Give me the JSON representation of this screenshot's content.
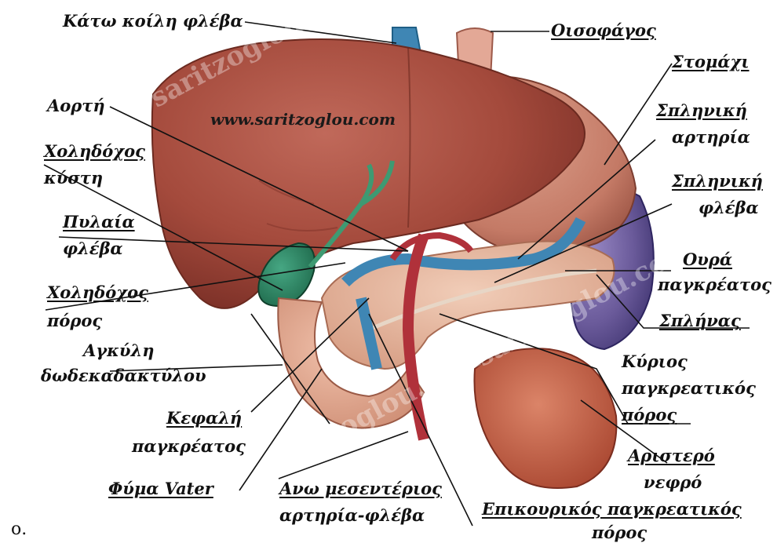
{
  "labels": {
    "vena_cava": "Κάτω κοίλη φλέβα",
    "esophagus": "Οισοφάγος",
    "stomach": "Στομάχι",
    "aorta": "Αορτή",
    "splenic_artery_1": "Σπληνική",
    "splenic_artery_2": "αρτηρία",
    "gallbladder_1": "Χοληδόχος",
    "gallbladder_2": "κύστη",
    "splenic_vein_1": "Σπληνική",
    "splenic_vein_2": "φλέβα",
    "portal_vein_1": "Πυλαία",
    "portal_vein_2": "φλέβα",
    "pancreas_tail_1": "Ουρά",
    "pancreas_tail_2": "παγκρέατος",
    "bile_duct_1": "Χοληδόχος",
    "bile_duct_2": "πόρος",
    "spleen": "Σπλήνας",
    "duodenum_1": "Αγκύλη",
    "duodenum_2": "δωδεκαδακτύλου",
    "main_duct_1": "Κύριος",
    "main_duct_2": "παγκρεατικός",
    "main_duct_3": "πόρος",
    "pancreas_head_1": "Κεφαλή",
    "pancreas_head_2": "παγκρέατος",
    "left_kidney_1": "Αριστερό",
    "left_kidney_2": "νεφρό",
    "vater": "Φύμα Vater",
    "mesenteric_1": "Ανω μεσεντέριος",
    "mesenteric_2": "αρτηρία-φλέβα",
    "accessory_duct_1": "Επικουρικός παγκρεατικός",
    "accessory_duct_2": "πόρος",
    "corner_text": "ο."
  },
  "watermarks": {
    "url": "www.saritzoglou.com",
    "wm1": "saritzoglou.com",
    "wm2": "saritzoglou.com",
    "wm3": "saritzoglou.com"
  },
  "colors": {
    "liver": "#a44a3c",
    "gallbladder": "#2e8a66",
    "vein": "#3f86b4",
    "artery": "#b0313a",
    "pancreas": "#e4b49a",
    "spleen": "#6a5a9a",
    "kidney": "#c0583f"
  }
}
